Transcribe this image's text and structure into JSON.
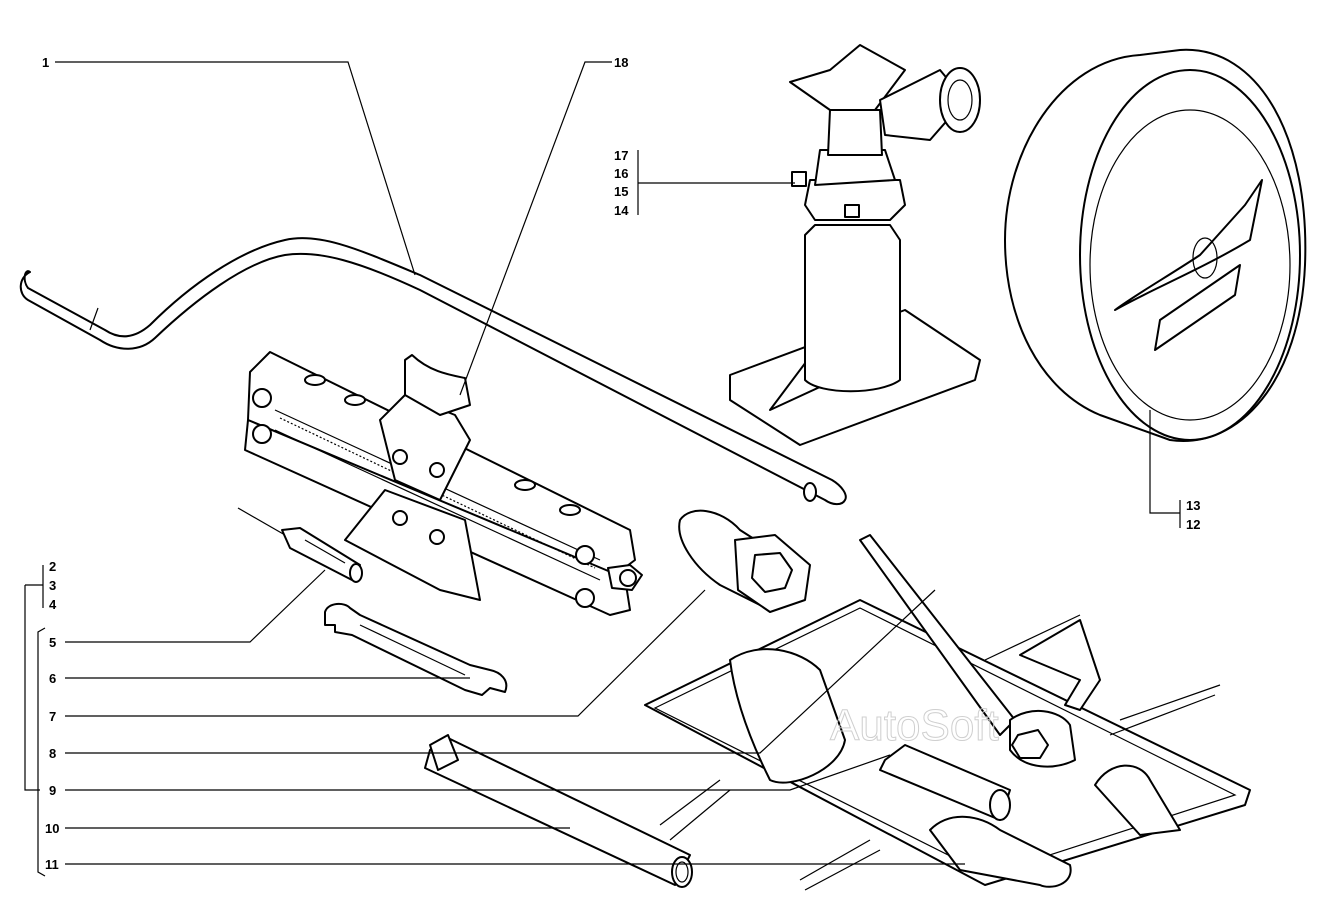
{
  "labels": {
    "l1": "1",
    "l2": "2",
    "l3": "3",
    "l4": "4",
    "l5": "5",
    "l6": "6",
    "l7": "7",
    "l8": "8",
    "l9": "9",
    "l10": "10",
    "l11": "11",
    "l12": "12",
    "l13": "13",
    "l14": "14",
    "l15": "15",
    "l16": "16",
    "l17": "17",
    "l18": "18"
  },
  "watermark": "AutoSoft"
}
